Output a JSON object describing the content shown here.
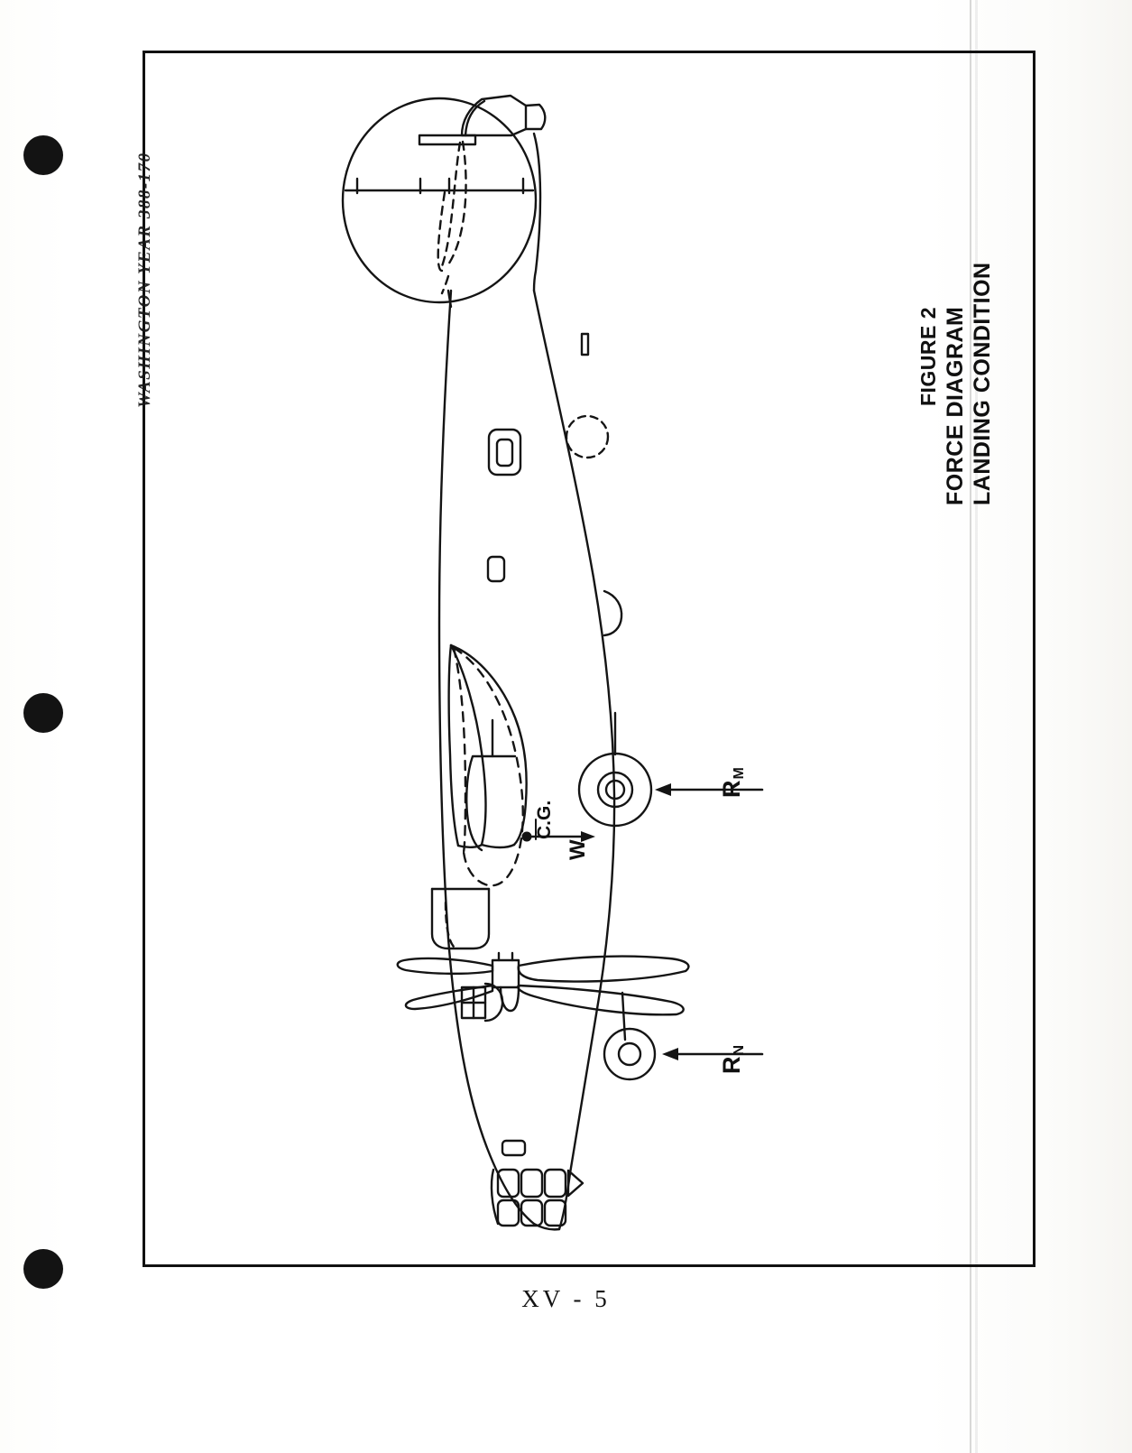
{
  "document": {
    "page_number": "XV - 5",
    "handwritten_note": "WASHINGTON YEAR 388-170"
  },
  "figure": {
    "figure_number": "FIGURE 2",
    "title_line_1": "FORCE DIAGRAM",
    "title_line_2": "LANDING CONDITION",
    "subject": "side-view aircraft force diagram, four-engine propeller bomber",
    "labels": {
      "cg": "C.G.",
      "weight": "W",
      "reaction_main": {
        "base": "R",
        "sub": "M"
      },
      "reaction_nose": {
        "base": "R",
        "sub": "N"
      }
    }
  },
  "colors": {
    "ink": "#111111",
    "paper": "#ffffff",
    "punch_hole": "#131313"
  },
  "chart_data": {
    "type": "diagram",
    "title": "FORCE DIAGRAM LANDING CONDITION",
    "annotations": [
      {
        "name": "C.G.",
        "description": "center of gravity point on fuselage at wing station"
      },
      {
        "name": "W",
        "description": "weight vector acting downward from the C.G."
      },
      {
        "name": "R_M",
        "description": "main landing gear ground reaction, acting upward"
      },
      {
        "name": "R_N",
        "description": "nose landing gear ground reaction, acting upward"
      }
    ]
  }
}
